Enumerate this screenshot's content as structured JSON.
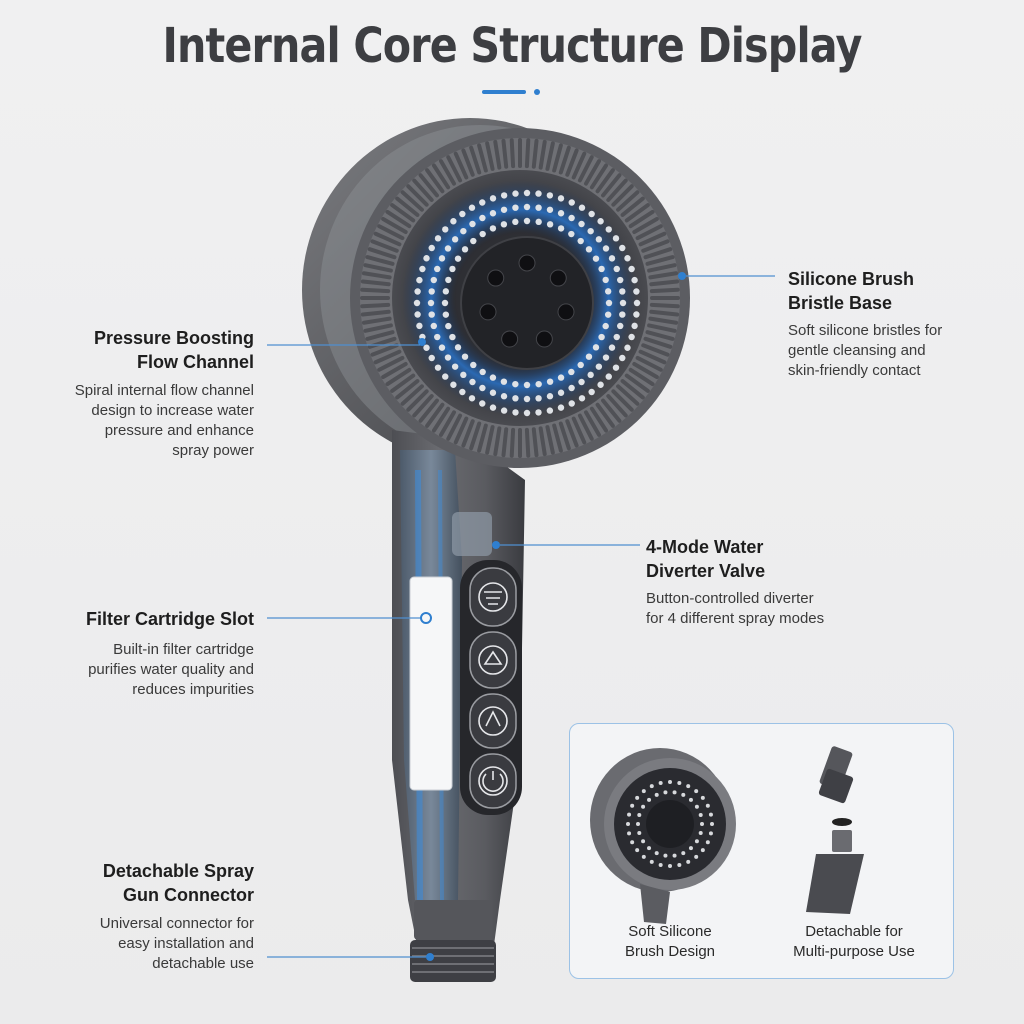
{
  "title": "Internal Core Structure Display",
  "accent_color": "#2f7fcf",
  "callouts": {
    "pressure": {
      "heading": "Pressure Boosting\nFlow Channel",
      "text": "Spiral internal flow channel\ndesign to increase water\npressure and enhance\nspray power"
    },
    "filter": {
      "heading": "Filter Cartridge Slot",
      "text": "Built-in filter cartridge\npurifies water quality and\nreduces impurities"
    },
    "connector": {
      "heading": "Detachable Spray\nGun Connector",
      "text": "Universal connector for\neasy installation and\ndetachable use"
    },
    "silicone": {
      "heading": "Silicone Brush\nBristle Base",
      "text": "Soft silicone bristles for\ngentle cleansing and\nskin-friendly contact"
    },
    "diverter": {
      "heading": "4-Mode Water\nDiverter Valve",
      "text": "Button-controlled diverter\nfor 4 different spray modes"
    }
  },
  "inset": {
    "left_caption": "Soft Silicone\nBrush Design",
    "right_caption": "Detachable for\nMulti-purpose Use"
  }
}
